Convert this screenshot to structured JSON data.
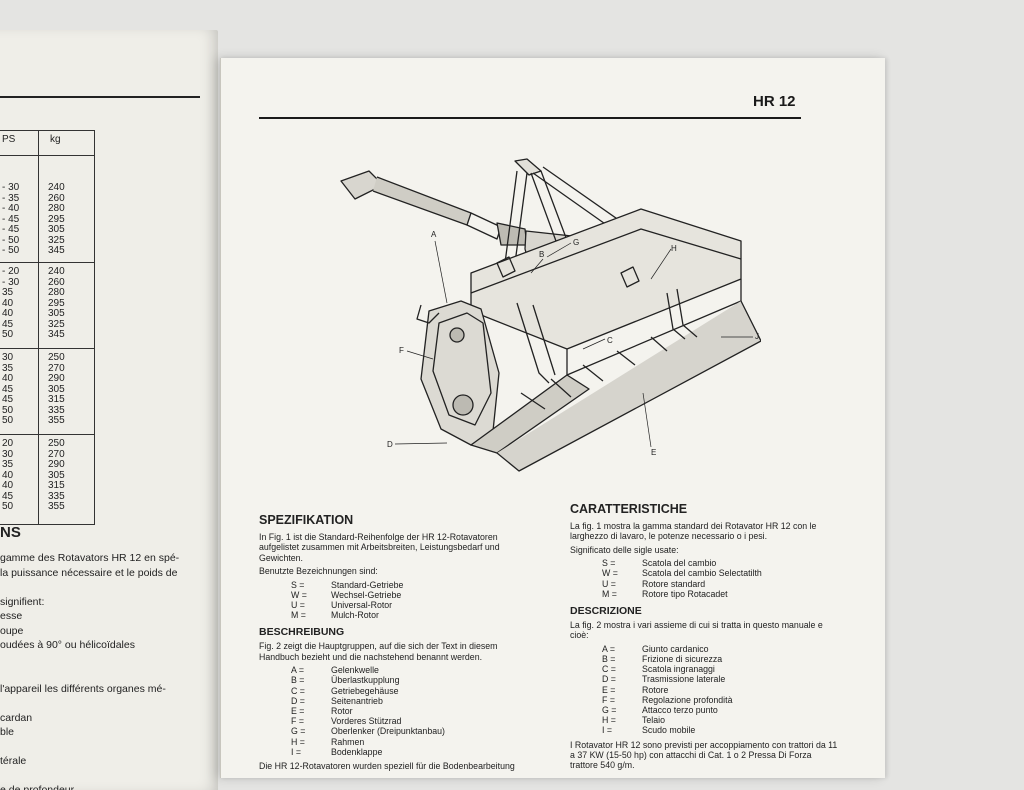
{
  "left_page": {
    "table_headers": [
      "PS",
      "kg"
    ],
    "groups": [
      {
        "ps": [
          "- 30",
          "- 35",
          "- 40",
          "- 45",
          "- 45",
          "- 50",
          "- 50"
        ],
        "kg": [
          "240",
          "260",
          "280",
          "295",
          "305",
          "325",
          "345"
        ]
      },
      {
        "ps": [
          "- 20",
          "- 30",
          "35",
          "40",
          "40",
          "45",
          "50"
        ],
        "kg": [
          "240",
          "260",
          "280",
          "295",
          "305",
          "325",
          "345"
        ]
      },
      {
        "ps": [
          "30",
          "35",
          "40",
          "45",
          "45",
          "50",
          "50"
        ],
        "kg": [
          "250",
          "270",
          "290",
          "305",
          "315",
          "335",
          "355"
        ]
      },
      {
        "ps": [
          "20",
          "30",
          "35",
          "40",
          "40",
          "45",
          "50"
        ],
        "kg": [
          "250",
          "270",
          "290",
          "305",
          "315",
          "335",
          "355"
        ]
      }
    ],
    "heading": "NS",
    "lines": [
      "gamme des Rotavators HR 12 en spé-",
      "la puissance nécessaire et le poids de",
      "",
      "signifient:",
      "esse",
      "oupe",
      "oudées à 90° ou hélicoïdales",
      "",
      "",
      "l'appareil les différents organes mé-",
      "",
      "cardan",
      "ble",
      "",
      "térale",
      "",
      "e de profondeur"
    ]
  },
  "right_page": {
    "model": "HR 12",
    "figure_labels": [
      "A",
      "B",
      "C",
      "D",
      "E",
      "F",
      "G",
      "H",
      "J"
    ],
    "german": {
      "title": "SPEZIFIKATION",
      "intro": "In Fig. 1 ist die Standard-Reihenfolge der HR 12-Rotavatoren aufgelistet zusammen mit Arbeitsbreiten, Leistungsbedarf und Gewichten.",
      "designations_intro": "Benutzte Bezeichnungen sind:",
      "designations": [
        {
          "k": "S =",
          "v": "Standard-Getriebe"
        },
        {
          "k": "W =",
          "v": "Wechsel-Getriebe"
        },
        {
          "k": "U =",
          "v": "Universal-Rotor"
        },
        {
          "k": "M =",
          "v": "Mulch-Rotor"
        }
      ],
      "subtitle": "BESCHREIBUNG",
      "desc_intro": "Fig. 2 zeigt die Hauptgruppen, auf die sich der Text in diesem Handbuch bezieht und die nachstehend benannt werden.",
      "parts": [
        {
          "k": "A =",
          "v": "Gelenkwelle"
        },
        {
          "k": "B =",
          "v": "Überlastkupplung"
        },
        {
          "k": "C =",
          "v": "Getriebegehäuse"
        },
        {
          "k": "D =",
          "v": "Seitenantrieb"
        },
        {
          "k": "E =",
          "v": "Rotor"
        },
        {
          "k": "F =",
          "v": "Vorderes Stützrad"
        },
        {
          "k": "G =",
          "v": "Oberlenker (Dreipunktanbau)"
        },
        {
          "k": "H =",
          "v": "Rahmen"
        },
        {
          "k": "I =",
          "v": "Bodenklappe"
        }
      ],
      "closing": "Die HR 12-Rotavatoren wurden speziell für die Bodenbearbeitung"
    },
    "italian": {
      "title": "CARATTERISTICHE",
      "intro": "La fig. 1 mostra la gamma standard dei Rotavator HR 12 con le larghezzo di lavaro, le potenze necessario o i pesi.",
      "designations_intro": "Significato delle sigle usate:",
      "designations": [
        {
          "k": "S =",
          "v": "Scatola del cambio"
        },
        {
          "k": "W =",
          "v": "Scatola del cambio Selectatilth"
        },
        {
          "k": "U =",
          "v": "Rotore standard"
        },
        {
          "k": "M =",
          "v": "Rotore tipo Rotacadet"
        }
      ],
      "subtitle": "DESCRIZIONE",
      "desc_intro": "La fig. 2 mostra i vari assieme di cui si tratta in questo manuale e cioè:",
      "parts": [
        {
          "k": "A =",
          "v": "Giunto cardanico"
        },
        {
          "k": "B =",
          "v": "Frizione di sicurezza"
        },
        {
          "k": "C =",
          "v": "Scatola ingranaggi"
        },
        {
          "k": "D =",
          "v": "Trasmissione laterale"
        },
        {
          "k": "E =",
          "v": "Rotore"
        },
        {
          "k": "F =",
          "v": "Regolazione profondità"
        },
        {
          "k": "G =",
          "v": "Attacco terzo punto"
        },
        {
          "k": "H =",
          "v": "Telaio"
        },
        {
          "k": "I =",
          "v": "Scudo mobile"
        }
      ],
      "closing": "I Rotavator HR 12 sono previsti per accoppiamento con trattori da 11 a 37 KW (15-50 hp) con attacchi di Cat. 1 o 2 Pressa Di Forza trattore 540 g/m."
    }
  }
}
